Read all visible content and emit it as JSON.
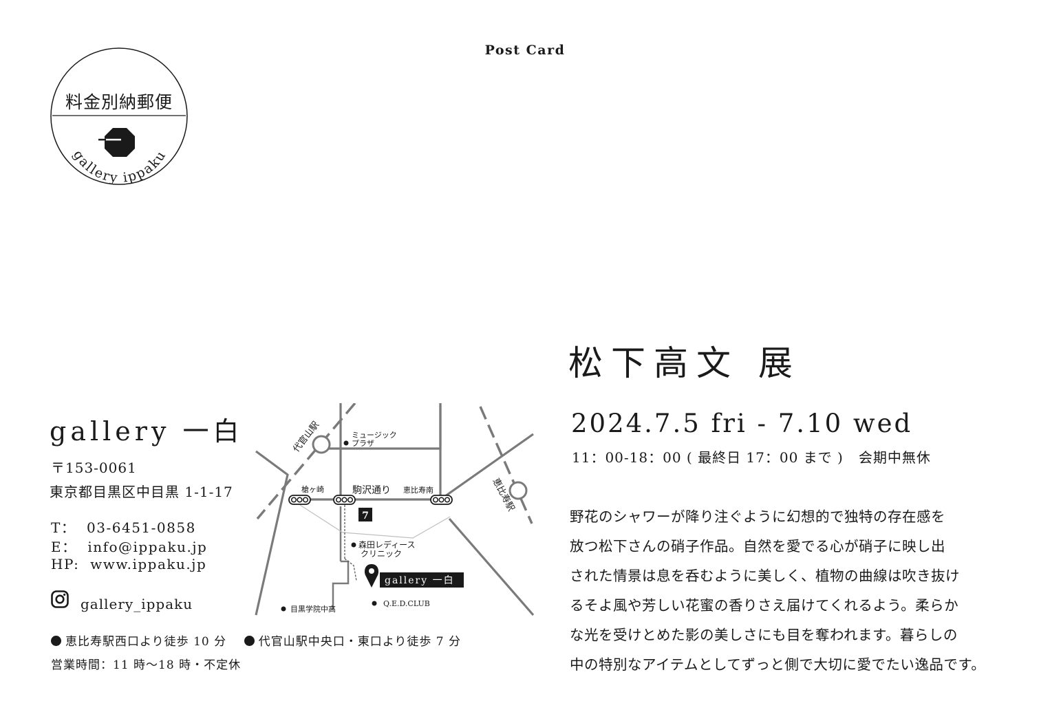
{
  "header": {
    "title": "Post Card"
  },
  "stamp": {
    "text": "料金別納郵便",
    "caption": "gallery  ippaku"
  },
  "gallery": {
    "name": "gallery 一白",
    "postal_code": "〒153-0061",
    "address": "東京都目黒区中目黒 1-1-17",
    "tel": "T：  03-6451-0858",
    "email": "E：  info@ippaku.jp",
    "web": "HP:  www.ippaku.jp",
    "instagram": "gallery_ippaku",
    "access_ebisu": "恵比寿駅西口より徒歩 10 分",
    "access_daikanyama": "代官山駅中央口・東口より徒歩 7 分",
    "business_hours": "営業時間：11 時〜18 時・不定休"
  },
  "map": {
    "station_daikanyama": "代官山駅",
    "station_ebisu": "恵比寿駅",
    "music_plaza_1": "ミュージック",
    "music_plaza_2": "プラザ",
    "yarigasaki": "槍ヶ崎",
    "komazawa_dori": "駒沢通り",
    "ebisu_minami": "恵比寿南",
    "clinic_1": "森田レディース",
    "clinic_2": "クリニック",
    "gallery_label": "gallery 一白",
    "school": "目黒学院中高",
    "qed_club": "Q.E.D.CLUB"
  },
  "event": {
    "title": "松下高文  展",
    "dates": "2024.7.5 fri - 7.10 wed",
    "hours": "11：00-18：00 ( 最終日 17：00 まで )   会期中無休",
    "description": [
      "野花のシャワーが降り注ぐように幻想的で独特の存在感を",
      "放つ松下さんの硝子作品。自然を愛でる心が硝子に映し出",
      "された情景は息を呑むように美しく、植物の曲線は吹き抜け",
      "るそよ風や芳しい花蜜の香りさえ届けてくれるよう。柔らか",
      "な光を受けとめた影の美しさにも目を奪われます。暮らしの",
      "中の特別なアイテムとしてずっと側で大切に愛でたい逸品です。"
    ]
  }
}
